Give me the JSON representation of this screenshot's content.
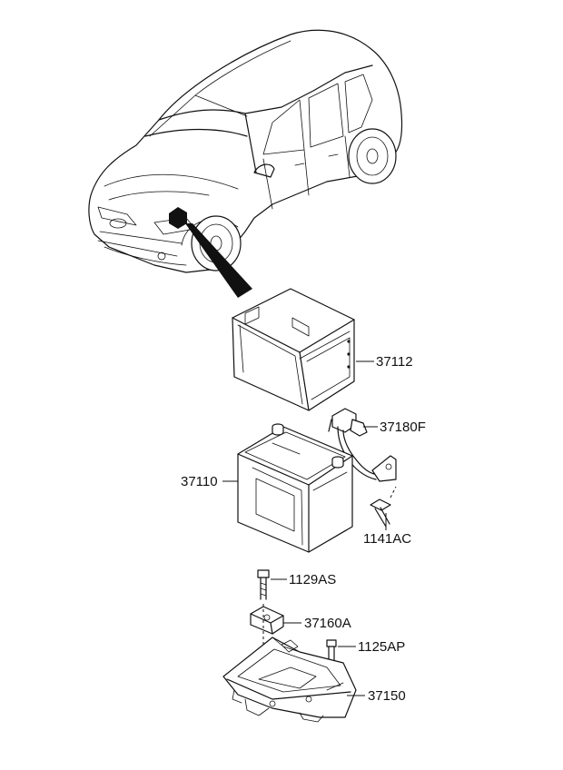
{
  "parts": {
    "p37112": "37112",
    "p37180F": "37180F",
    "p37110": "37110",
    "p1141AC": "1141AC",
    "p1129AS": "1129AS",
    "p37160A": "37160A",
    "p1125AP": "1125AP",
    "p37150": "37150"
  }
}
